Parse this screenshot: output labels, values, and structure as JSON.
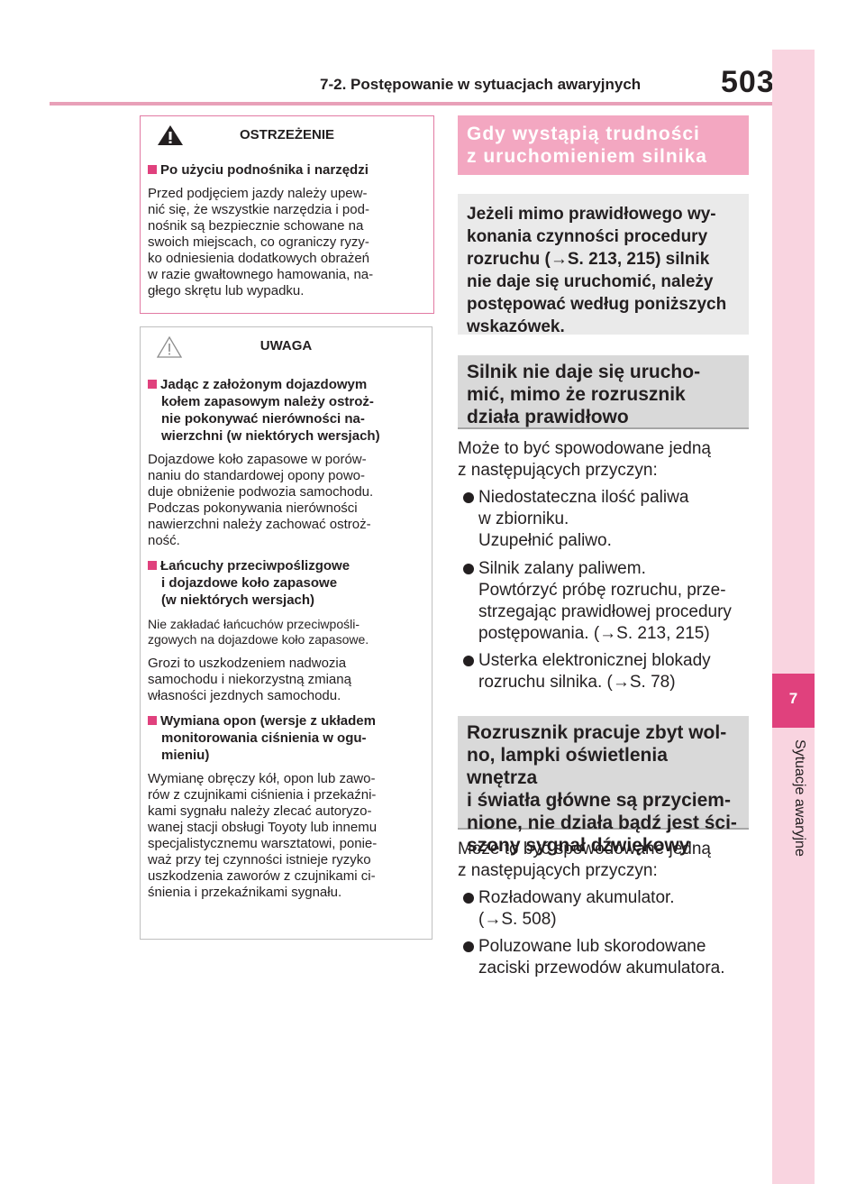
{
  "header": {
    "section": "7-2. Postępowanie w sytuacjach awaryjnych",
    "page": "503"
  },
  "sidebar": {
    "chapter_num": "7",
    "chapter_title": "Sytuacje awaryjne"
  },
  "warning_box": {
    "title": "OSTRZEŻENIE",
    "heading": "Po użyciu podnośnika i narzędzi",
    "lines": [
      "Przed podjęciem jazdy należy upew-",
      "nić się, że wszystkie narzędzia i pod-",
      "nośnik są bezpiecznie schowane na",
      "swoich miejscach, co ograniczy ryzy-",
      "ko odniesienia dodatkowych obrażeń",
      "w razie gwałtownego hamowania, na-",
      "głego skrętu lub wypadku."
    ]
  },
  "notice_box": {
    "title": "UWAGA",
    "h1": [
      "Jadąc z założonym dojazdowym",
      "kołem zapasowym należy ostroż-",
      "nie pokonywać nierówności na-",
      "wierzchni (w niektórych wersjach)"
    ],
    "t1": [
      "Dojazdowe koło zapasowe w porów-",
      "naniu do standardowej opony powo-",
      "duje obniżenie podwozia samochodu.",
      "Podczas pokonywania nierówności",
      "nawierzchni należy zachować ostroż-",
      "ność."
    ],
    "h2": [
      "Łańcuchy przeciwpoślizgowe",
      "i dojazdowe koło zapasowe",
      "(w niektórych wersjach)"
    ],
    "t2": [
      "Nie zakładać łańcuchów przeciwpośli-",
      "zgowych na dojazdowe koło zapasowe."
    ],
    "t3": [
      "Grozi to uszkodzeniem nadwozia",
      "samochodu i niekorzystną zmianą",
      "własności jezdnych samochodu."
    ],
    "h3": [
      "Wymiana opon (wersje z układem",
      "monitorowania ciśnienia w ogu-",
      "mieniu)"
    ],
    "t4": [
      "Wymianę obręczy kół, opon lub zawo-",
      "rów z czujnikami ciśnienia i przekaźni-",
      "kami sygnału należy zlecać autoryzo-",
      "wanej stacji obsługi Toyoty lub innemu",
      "specjalistycznemu warsztatowi, ponie-",
      "waż przy tej czynności istnieje ryzyko",
      "uszkodzenia zaworów z czujnikami ci-",
      "śnienia i przekaźnikami sygnału."
    ]
  },
  "right": {
    "title": [
      "Gdy wystąpią trudności",
      "z uruchomieniem silnika"
    ],
    "intro": [
      "Jeżeli mimo prawidłowego wy-",
      "konania czynności procedury",
      "rozruchu (→S. 213, 215) silnik",
      "nie daje się uruchomić, należy",
      "postępować według poniższych",
      "wskazówek."
    ],
    "sec1": {
      "title": [
        "Silnik nie daje się urucho-",
        "mić, mimo że rozrusznik",
        "działa prawidłowo"
      ],
      "lead": [
        "Może to być spowodowane jedną",
        "z następujących przyczyn:"
      ],
      "b1": [
        "Niedostateczna ilość paliwa",
        "w zbiorniku.",
        "Uzupełnić paliwo."
      ],
      "b2": [
        "Silnik zalany paliwem.",
        "Powtórzyć próbę rozruchu, prze-",
        "strzegając prawidłowej procedury",
        "postępowania. (→S. 213, 215)"
      ],
      "b3": [
        "Usterka elektronicznej blokady",
        "rozruchu silnika. (→S. 78)"
      ]
    },
    "sec2": {
      "title": [
        "Rozrusznik pracuje zbyt wol-",
        "no, lampki oświetlenia wnętrza",
        "i światła główne są przyciem-",
        "nione, nie działa bądź jest ści-",
        "szony sygnał dźwiękowy"
      ],
      "lead": [
        "Może to być spowodowane jedną",
        "z następujących przyczyn:"
      ],
      "b1": [
        "Rozładowany akumulator.",
        "(→S. 508)"
      ],
      "b2": [
        "Poluzowane lub skorodowane",
        "zaciski przewodów akumulatora."
      ]
    }
  }
}
